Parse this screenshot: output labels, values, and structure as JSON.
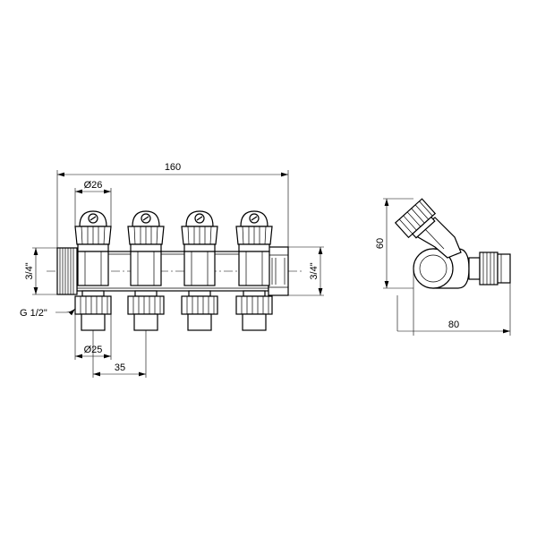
{
  "front_view": {
    "overall_length": "160",
    "cap_diameter": "Ø26",
    "inlet_thread": "3/4\"",
    "outlet_thread": "3/4\"",
    "branch_thread": "G 1/2\"",
    "nut_diameter": "Ø25",
    "branch_pitch": "35"
  },
  "side_view": {
    "height": "60",
    "depth": "80"
  }
}
